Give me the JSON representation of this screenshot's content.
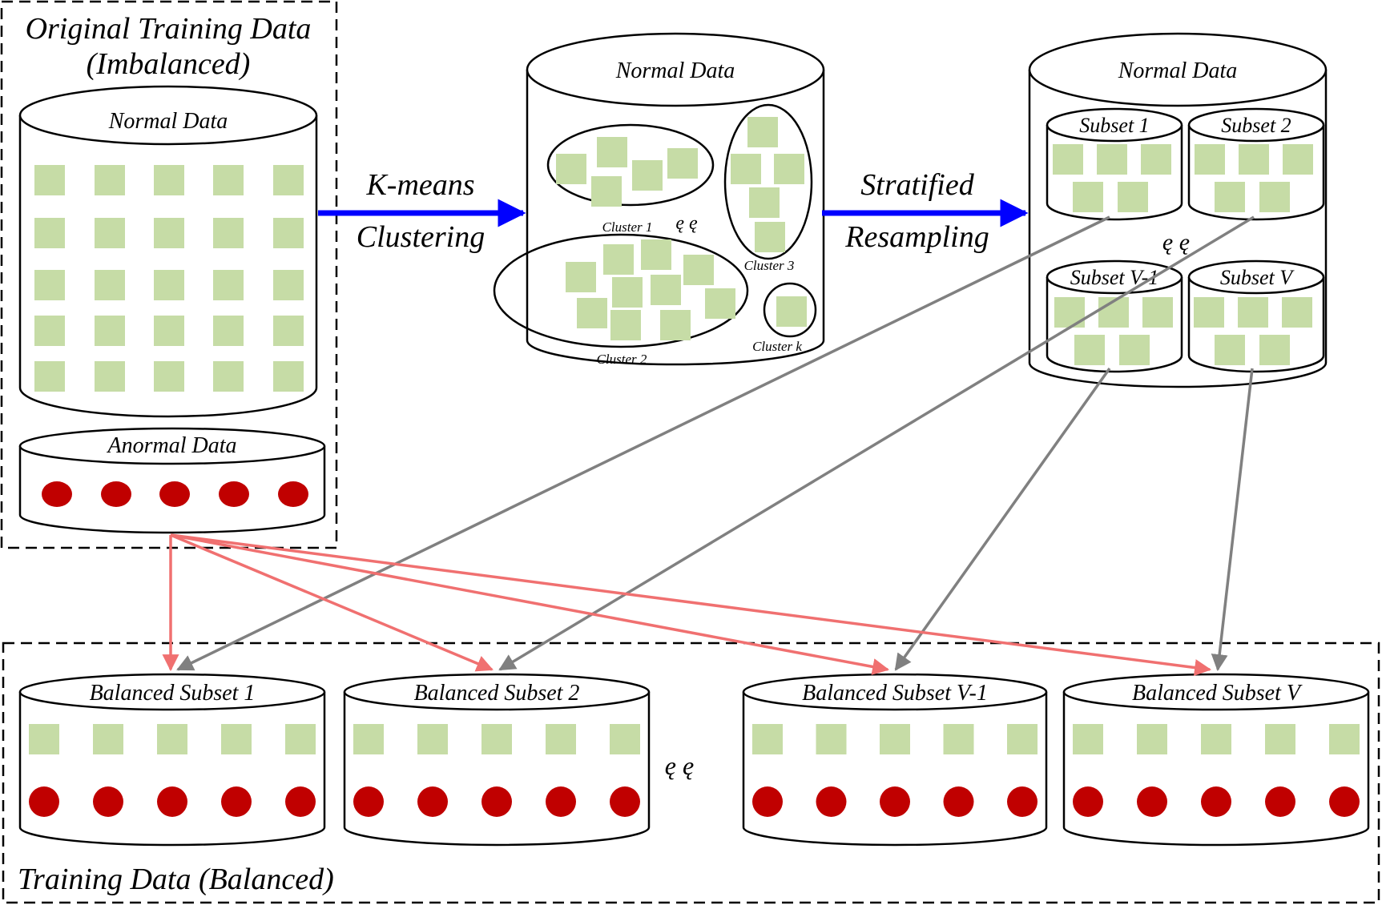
{
  "original": {
    "title_line1": "Original Training Data",
    "title_line2": "(Imbalanced)",
    "normal_label": "Normal Data",
    "anormal_label": "Anormal Data"
  },
  "kmeans": {
    "arrow_line1": "K-means",
    "arrow_line2": "Clustering",
    "db_label": "Normal Data",
    "clusters": [
      "Cluster 1",
      "Cluster 2",
      "Cluster 3",
      "Cluster k"
    ],
    "ellipsis": "ę ę"
  },
  "stratified": {
    "arrow_line1": "Stratified",
    "arrow_line2": "Resampling",
    "db_label": "Normal Data",
    "subsets": [
      "Subset 1",
      "Subset 2",
      "Subset V-1",
      "Subset V"
    ],
    "ellipsis": "ę ę"
  },
  "balanced": {
    "title": "Training Data (Balanced)",
    "subsets": [
      "Balanced Subset 1",
      "Balanced Subset 2",
      "Balanced Subset V-1",
      "Balanced Subset V"
    ],
    "ellipsis": "ę ę"
  },
  "colors": {
    "normal_sample": "#c6dca6",
    "anormal_sample": "#c00000",
    "process_arrow": "#0000ff",
    "normal_flow_arrow": "#808080",
    "anormal_flow_arrow": "#f07070"
  }
}
